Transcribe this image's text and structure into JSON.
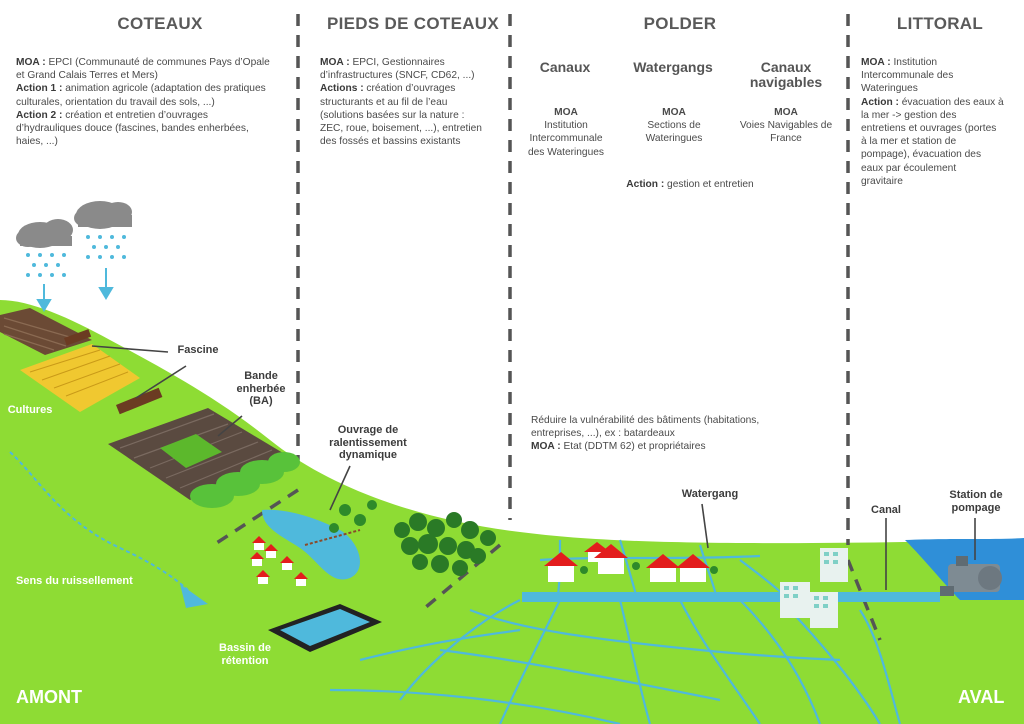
{
  "columns": {
    "coteaux": {
      "title": "COTEAUX",
      "moa_key": "MOA :",
      "moa_text_1": " EPCI (Communauté de communes Pays d’Opale",
      "moa_text_2": "et Grand Calais Terres et Mers)",
      "action1_key": "Action 1 :",
      "action1_text_1": " animation agricole (adaptation des pratiques",
      "action1_text_2": "culturales, orientation du travail des sols, ...)",
      "action2_key": "Action 2 :",
      "action2_text_1": " création et entretien d’ouvrages",
      "action2_text_2": "d’hydrauliques douce (fascines, bandes enherbées,",
      "action2_text_3": "haies, ...)"
    },
    "pieds": {
      "title": "PIEDS DE COTEAUX",
      "moa_key": "MOA :",
      "moa_text_1": " EPCI, Gestionnaires",
      "moa_text_2": "d’infrastructures (SNCF, CD62, ...)",
      "actions_key": "Actions :",
      "actions_text_1": " création d’ouvrages",
      "actions_text_2": "structurants et au fil de l’eau",
      "actions_text_3": "(solutions basées sur la nature :",
      "actions_text_4": "ZEC, roue, boisement, ...), entretien",
      "actions_text_5": "des fossés et bassins existants"
    },
    "polder": {
      "title": "POLDER",
      "sub": [
        {
          "title_1": "Canaux",
          "title_2": "",
          "moa_key": "MOA",
          "moa_1": "Institution",
          "moa_2": "Intercommunale",
          "moa_3": "des Wateringues"
        },
        {
          "title_1": "Watergangs",
          "title_2": "",
          "moa_key": "MOA",
          "moa_1": "Sections de",
          "moa_2": "Wateringues",
          "moa_3": ""
        },
        {
          "title_1": "Canaux",
          "title_2": "navigables",
          "moa_key": "MOA",
          "moa_1": "Voies Navigables de",
          "moa_2": "France",
          "moa_3": ""
        }
      ],
      "action_key": "Action :",
      "action_text": " gestion et entretien",
      "reduce_1": "Réduire la vulnérabilité des bâtiments (habitations,",
      "reduce_2": "entreprises, ...), ex : batardeaux",
      "reduce_moa_key": "MOA :",
      "reduce_moa_text": " Etat (DDTM 62) et propriétaires"
    },
    "littoral": {
      "title": "LITTORAL",
      "moa_key": "MOA :",
      "moa_text_1": " Institution",
      "moa_text_2": "Intercommunale des",
      "moa_text_3": "Wateringues",
      "action_key": "Action :",
      "action_text_1": " évacuation des eaux à",
      "action_text_2": "la mer -> gestion des",
      "action_text_3": "entretiens et ouvrages (portes",
      "action_text_4": "à la mer et station de",
      "action_text_5": "pompage), évacuation des",
      "action_text_6": "eaux par écoulement",
      "action_text_7": "gravitaire"
    }
  },
  "labels": {
    "fascine": "Fascine",
    "bande_1": "Bande",
    "bande_2": "enherbée",
    "bande_3": "(BA)",
    "cultures": "Cultures",
    "ouvrage_1": "Ouvrage de",
    "ouvrage_2": "ralentissement",
    "ouvrage_3": "dynamique",
    "sens": "Sens du ruissellement",
    "bassin_1": "Bassin de",
    "bassin_2": "rétention",
    "watergang": "Watergang",
    "canal": "Canal",
    "station_1": "Station de",
    "station_2": "pompage",
    "amont": "AMONT",
    "aval": "AVAL"
  },
  "colors": {
    "ground": "#8edc34",
    "water": "#4fb9dc",
    "sea": "#2f8fd8",
    "divider": "#555555",
    "roof": "#e31d1d"
  }
}
